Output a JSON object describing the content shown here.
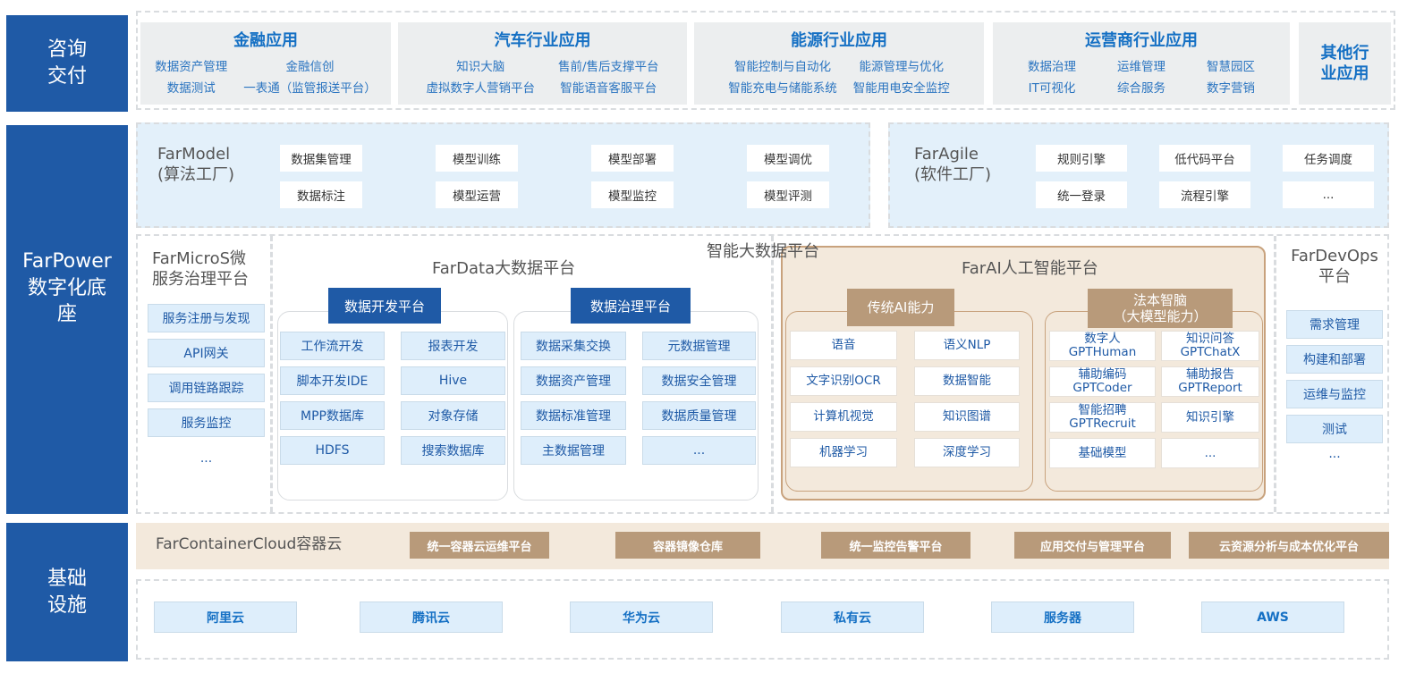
{
  "layers": {
    "delivery": "咨询\n交付",
    "farpower": "FarPower\n数字化底\n座",
    "infra": "基础\n设施"
  },
  "apps": [
    {
      "title": "金融应用",
      "items": [
        "数据资产管理",
        "金融信创",
        "数据测试",
        "一表通（监管报送平台）"
      ]
    },
    {
      "title": "汽车行业应用",
      "items": [
        "知识大脑",
        "售前/售后支撑平台",
        "虚拟数字人营销平台",
        "智能语音客服平台"
      ]
    },
    {
      "title": "能源行业应用",
      "items": [
        "智能控制与自动化",
        "能源管理与优化",
        "智能充电与储能系统",
        "智能用电安全监控"
      ]
    },
    {
      "title": "运营商行业应用",
      "items": [
        "数据治理",
        "运维管理",
        "智慧园区",
        "IT可视化",
        "综合服务",
        "数字营销"
      ]
    },
    {
      "title": "其他行业应用"
    }
  ],
  "farmodel": {
    "label": "FarModel\n(算法工厂)",
    "items": [
      "数据集管理",
      "模型训练",
      "模型部署",
      "模型调优",
      "数据标注",
      "模型运营",
      "模型监控",
      "模型评测"
    ]
  },
  "faragile": {
    "label": "FarAgile\n(软件工厂)",
    "items": [
      "规则引擎",
      "低代码平台",
      "任务调度",
      "统一登录",
      "流程引擎",
      "..."
    ]
  },
  "farmicros": {
    "label": "FarMicroS微\n服务治理平台",
    "items": [
      "服务注册与发现",
      "API网关",
      "调用链路跟踪",
      "服务监控"
    ],
    "more": "..."
  },
  "bigdata_label": "智能大数据平台",
  "fardata": {
    "title": "FarData大数据平台",
    "dev": {
      "header": "数据开发平台",
      "items": [
        "工作流开发",
        "报表开发",
        "脚本开发IDE",
        "Hive",
        "MPP数据库",
        "对象存储",
        "HDFS",
        "搜索数据库"
      ]
    },
    "gov": {
      "header": "数据治理平台",
      "items": [
        "数据采集交换",
        "元数据管理",
        "数据资产管理",
        "数据安全管理",
        "数据标准管理",
        "数据质量管理",
        "主数据管理",
        "..."
      ]
    }
  },
  "farai": {
    "title": "FarAI人工智能平台",
    "traditional": {
      "header": "传统AI能力",
      "items": [
        "语音",
        "语义NLP",
        "文字识别OCR",
        "数据智能",
        "计算机视觉",
        "知识图谱",
        "机器学习",
        "深度学习"
      ]
    },
    "brain": {
      "header": "法本智脑\n（大模型能力）",
      "items": [
        "数字人\nGPTHuman",
        "知识问答\nGPTChatX",
        "辅助编码\nGPTCoder",
        "辅助报告\nGPTReport",
        "智能招聘\nGPTRecruit",
        "知识引擎",
        "基础模型",
        "..."
      ]
    }
  },
  "fardevops": {
    "label": "FarDevOps\n平台",
    "items": [
      "需求管理",
      "构建和部署",
      "运维与监控",
      "测试"
    ],
    "more": "..."
  },
  "container": {
    "label": "FarContainerCloud容器云",
    "items": [
      "统一容器云运维平台",
      "容器镜像仓库",
      "统一监控告警平台",
      "应用交付与管理平台",
      "云资源分析与成本优化平台"
    ]
  },
  "infra_items": [
    "阿里云",
    "腾讯云",
    "华为云",
    "私有云",
    "服务器",
    "AWS"
  ]
}
